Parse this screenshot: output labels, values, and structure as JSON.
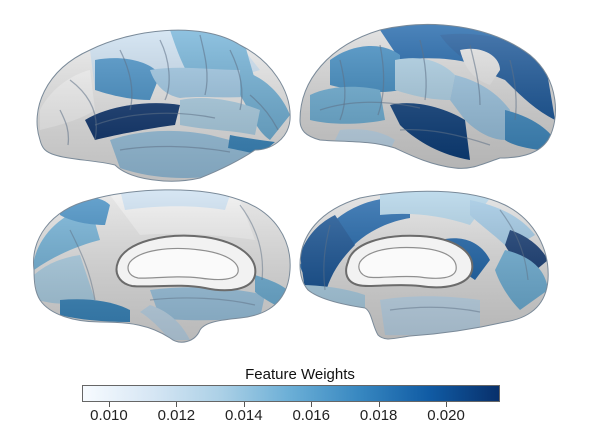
{
  "colorbar": {
    "title": "Feature Weights",
    "min": 0.0092,
    "max": 0.0216,
    "colors": [
      "#f7fbff",
      "#d6e6f4",
      "#abd0e6",
      "#6aaed6",
      "#3787c0",
      "#105ba4",
      "#08306b"
    ],
    "ticks": [
      {
        "value": 0.01,
        "label": "0.010"
      },
      {
        "value": 0.012,
        "label": "0.012"
      },
      {
        "value": 0.014,
        "label": "0.014"
      },
      {
        "value": 0.016,
        "label": "0.016"
      },
      {
        "value": 0.018,
        "label": "0.018"
      },
      {
        "value": 0.02,
        "label": "0.020"
      }
    ]
  },
  "views": [
    {
      "name": "left-lateral"
    },
    {
      "name": "right-lateral"
    },
    {
      "name": "left-medial"
    },
    {
      "name": "right-medial"
    }
  ]
}
